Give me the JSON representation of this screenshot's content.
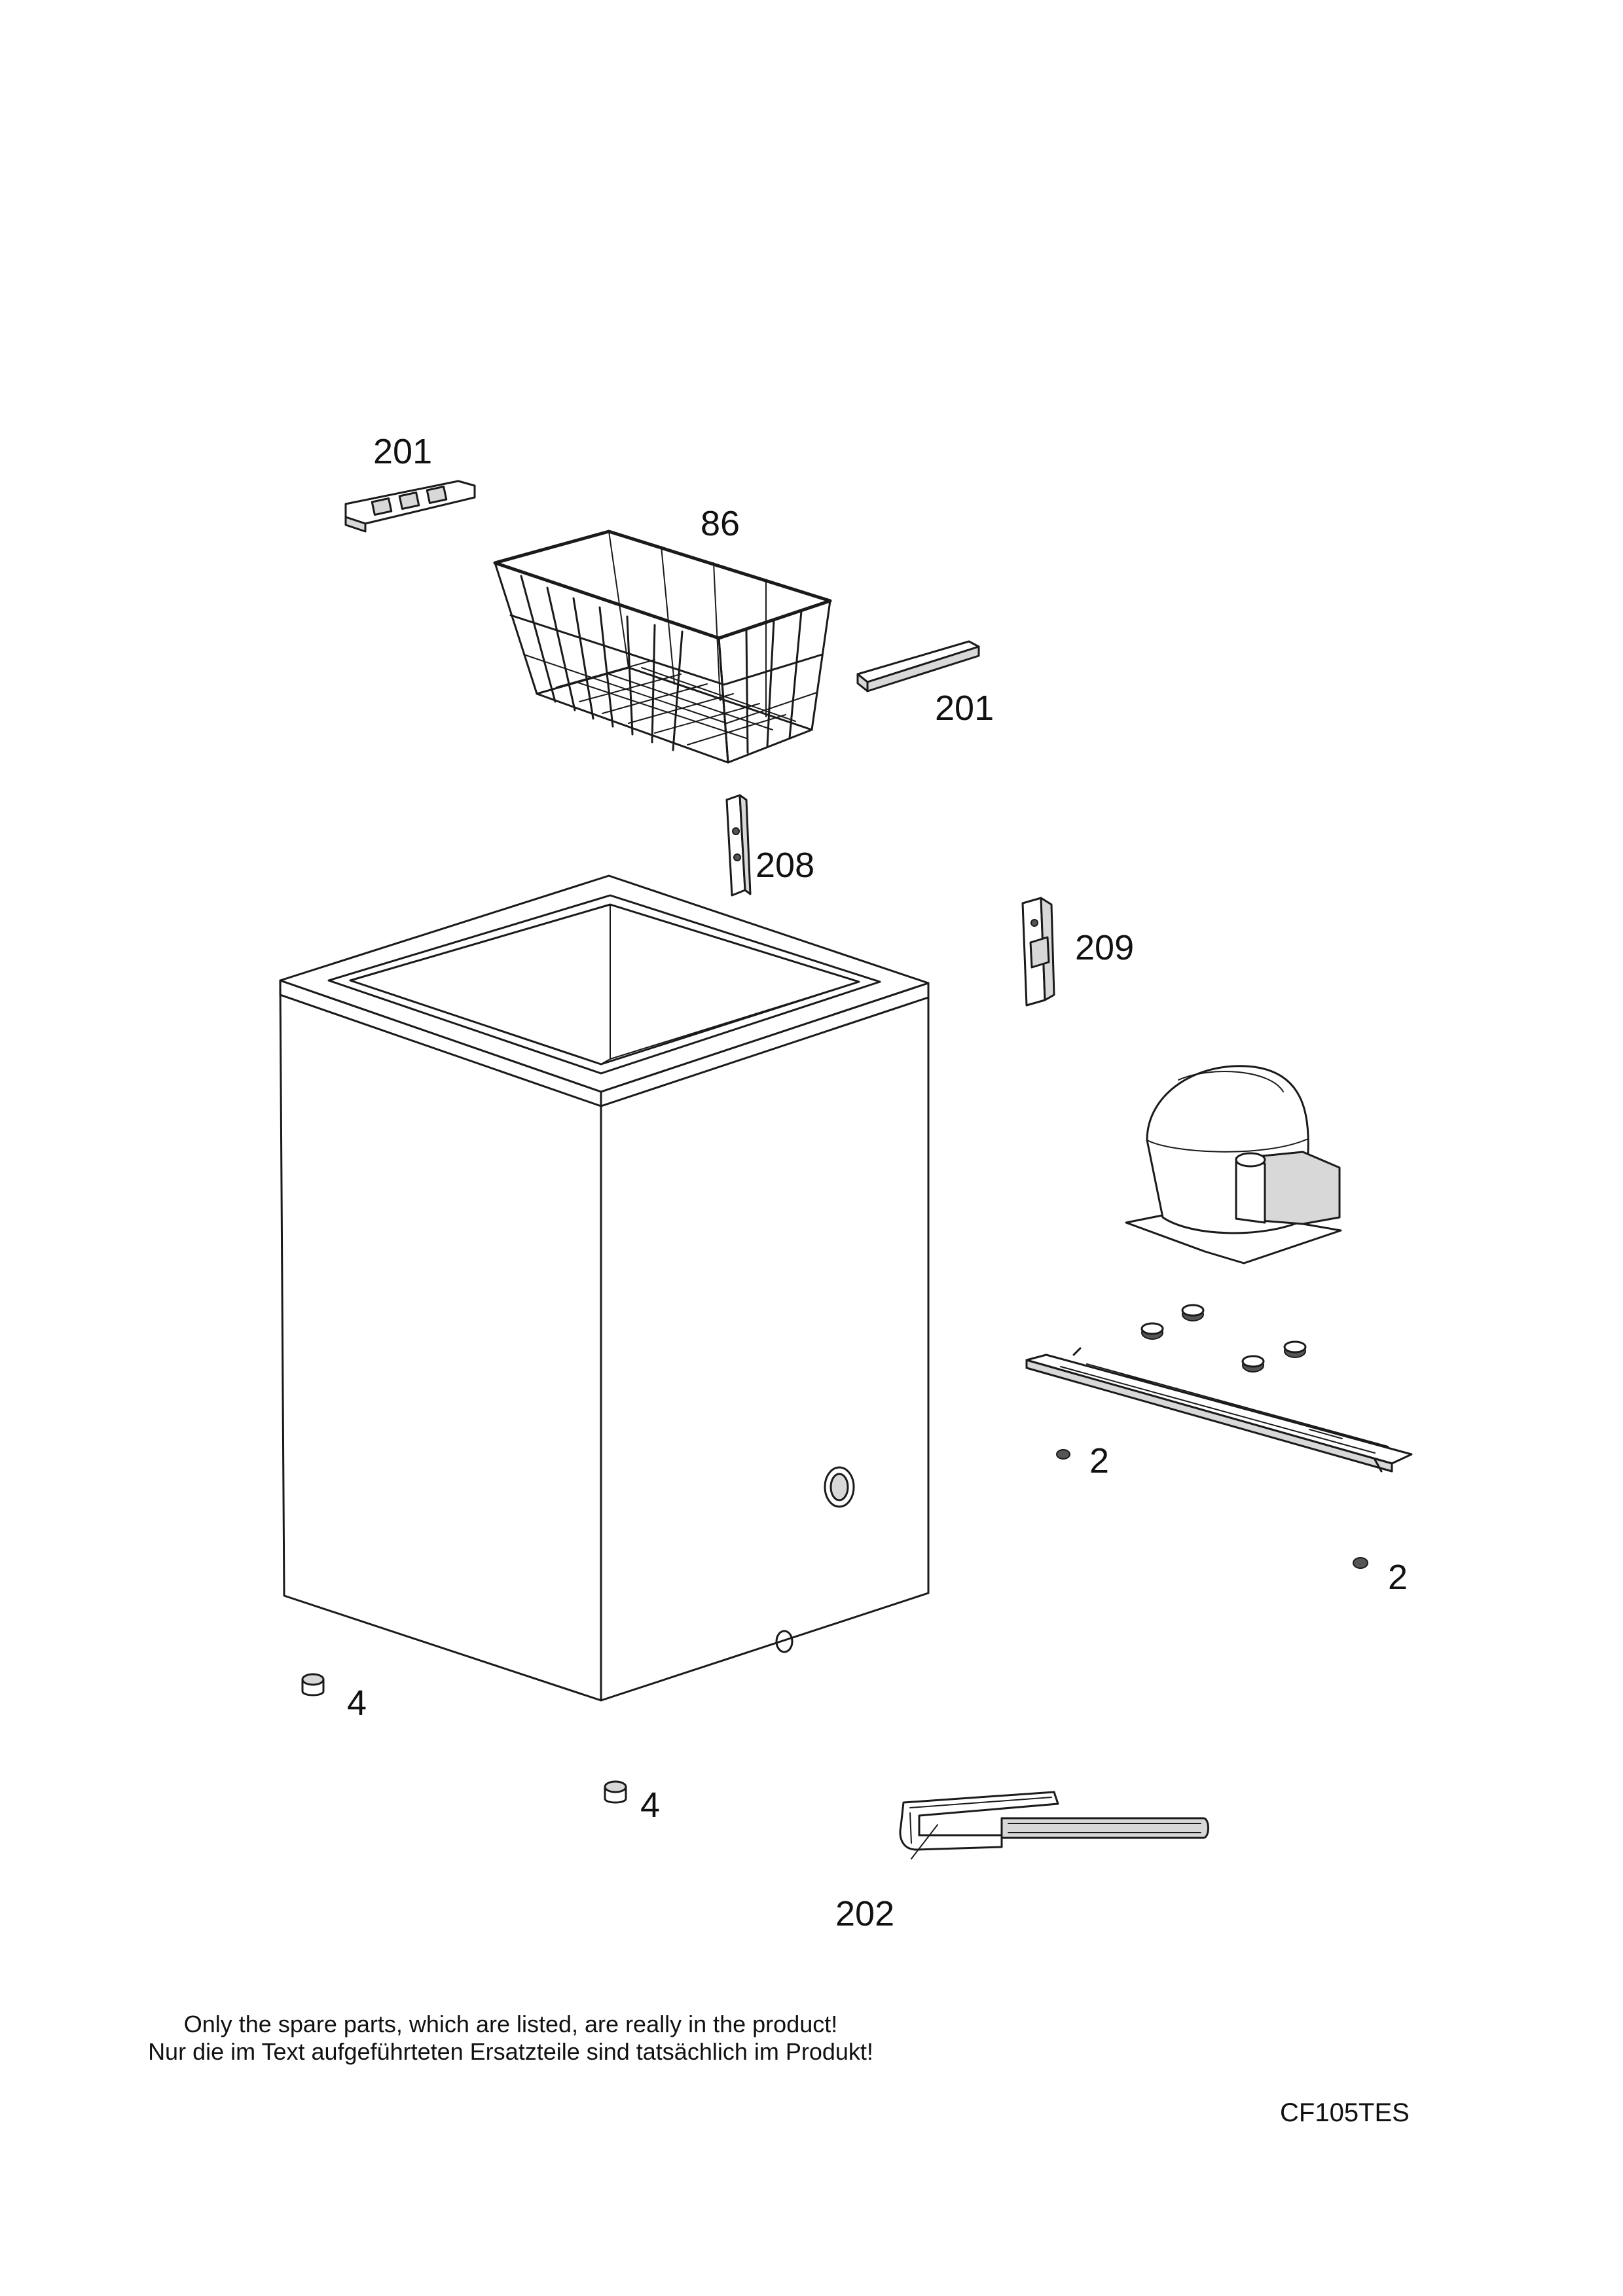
{
  "labels": {
    "divider_upper_left": "201",
    "basket": "86",
    "divider_right": "201",
    "hinge_left": "208",
    "hinge_right": "209",
    "foot_front_left": "4",
    "foot_front_center": "4",
    "grommet_left": "2",
    "grommet_right": "2",
    "lid_handle": "202"
  },
  "footnote": {
    "line_en": "Only the spare parts, which are listed, are really in the product!",
    "line_de": "Nur die im Text aufgeführteten Ersatzteile sind tatsächlich im Produkt!"
  },
  "model_code": "CF105TES"
}
